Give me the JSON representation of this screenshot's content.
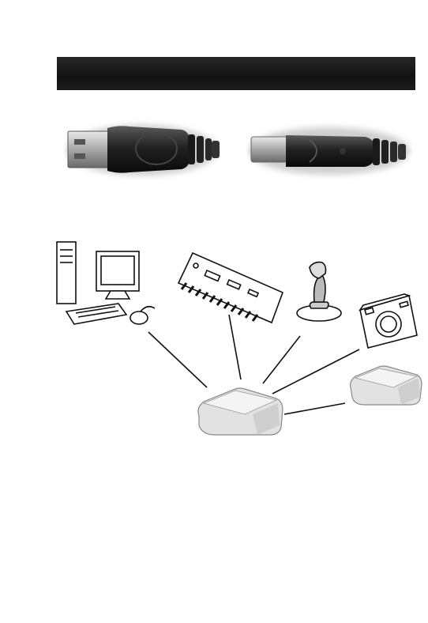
{
  "banner": {
    "title": ""
  },
  "connectors": [
    {
      "name": "usb-type-a-plug"
    },
    {
      "name": "usb-type-b-plug"
    }
  ],
  "devices": [
    {
      "name": "computer",
      "icon": "desktop-computer-icon"
    },
    {
      "name": "keyboard-synth",
      "icon": "music-keyboard-icon"
    },
    {
      "name": "joystick",
      "icon": "joystick-icon"
    },
    {
      "name": "camera",
      "icon": "camera-icon"
    }
  ],
  "hubs": [
    {
      "name": "hub-main",
      "icon": "usb-hub-icon"
    },
    {
      "name": "hub-secondary",
      "icon": "usb-hub-icon"
    }
  ],
  "colors": {
    "banner": "#1a1a1a",
    "line": "#111111",
    "hub": "#e6e6e6"
  }
}
